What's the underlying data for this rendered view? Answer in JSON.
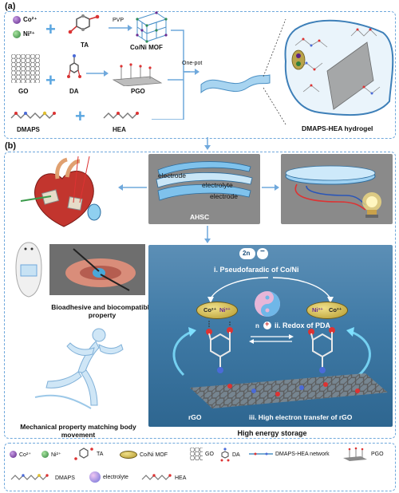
{
  "panel_a": {
    "tag": "(a)",
    "co": "Co²⁺",
    "ni": "Ni²⁺",
    "ta": "TA",
    "pvp": "PVP",
    "mof": "Co/Ni MOF",
    "go": "GO",
    "da": "DA",
    "pgo": "PGO",
    "dmaps": "DMAPS",
    "hea": "HEA",
    "onepot": "One-pot",
    "hydrogel": "DMAPS-HEA hydrogel"
  },
  "panel_b": {
    "tag": "(b)",
    "electrode1": "electrode",
    "electrolyte": "electrolyte",
    "electrode2": "electrode",
    "ahsc": "AHSC",
    "bioadhesive": "Bioadhesive  and biocompatible property",
    "mechanical": "Mechanical property matching  body movement",
    "energy": "High energy storage",
    "two_n": "2n",
    "minus": "−",
    "pseudo": "i. Pseudofaradic of Co/Ni",
    "co_left": "Co²⁺",
    "ni_left": "Ni³⁺",
    "ni_right": "Ni³⁺",
    "co_right": "Co³⁺",
    "n_label": "n",
    "plus": "+",
    "redox": "ii. Redox of PDA",
    "rgo": "rGO",
    "electron": "iii. High electron transfer of rGO"
  },
  "legend": {
    "co": "Co²⁺",
    "ni": "Ni²⁺",
    "ta": "TA",
    "mof": "Co/Ni MOF",
    "go": "GO",
    "da": "DA",
    "network": "DMAPS-HEA network",
    "pgo": "PGO",
    "dmaps": "DMAPS",
    "electrolyte": "electrolyte",
    "hea": "HEA"
  },
  "colors": {
    "accent": "#6fa8dc",
    "co": "#6a2c91",
    "ni": "#3a9a4a",
    "gray_box": "#8c8c8c",
    "blue_dark": "#1c4f7a"
  }
}
